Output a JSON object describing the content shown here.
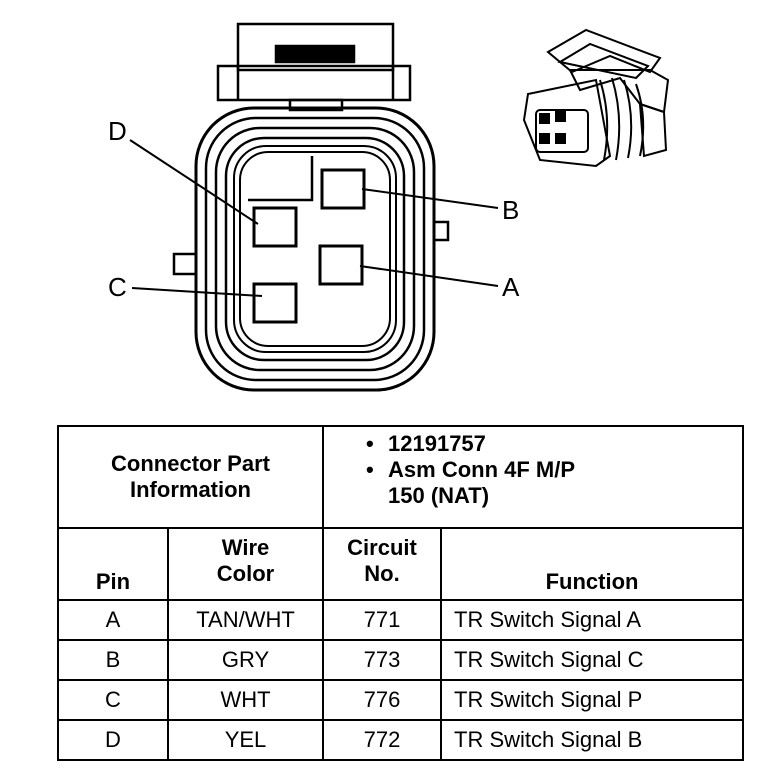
{
  "diagram": {
    "callouts": [
      "D",
      "B",
      "C",
      "A"
    ]
  },
  "part_info": {
    "title_line1": "Connector Part",
    "title_line2": "Information",
    "bullets": [
      "12191757",
      "Asm Conn 4F M/P",
      "150 (NAT)"
    ]
  },
  "table": {
    "headers": {
      "pin": "Pin",
      "wire_color_line1": "Wire",
      "wire_color_line2": "Color",
      "circuit_line1": "Circuit",
      "circuit_line2": "No.",
      "function": "Function"
    },
    "rows": [
      {
        "pin": "A",
        "wire_color": "TAN/WHT",
        "circuit": "771",
        "function": "TR Switch Signal A"
      },
      {
        "pin": "B",
        "wire_color": "GRY",
        "circuit": "773",
        "function": "TR Switch Signal C"
      },
      {
        "pin": "C",
        "wire_color": "WHT",
        "circuit": "776",
        "function": "TR Switch Signal P"
      },
      {
        "pin": "D",
        "wire_color": "YEL",
        "circuit": "772",
        "function": "TR Switch Signal B"
      }
    ]
  }
}
